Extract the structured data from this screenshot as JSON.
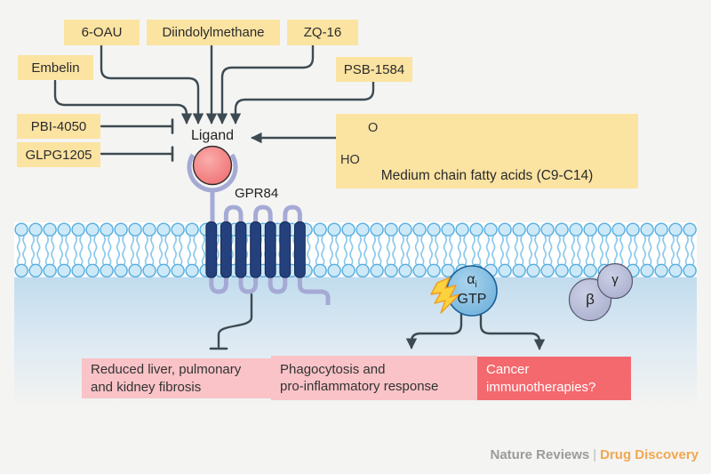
{
  "figure": {
    "ligand_label": "Ligand",
    "receptor_label": "GPR84"
  },
  "drug_boxes": {
    "oau": "6-OAU",
    "dim": "Diindolylmethane",
    "zq16": "ZQ-16",
    "embelin": "Embelin",
    "psb": "PSB-1584",
    "pbi": "PBI-4050",
    "glpg": "GLPG1205"
  },
  "fatty_acid": {
    "ho": "HO",
    "o": "O",
    "caption": "Medium chain fatty acids (C9-C14)"
  },
  "g_protein": {
    "alpha": "α",
    "alpha_sub": "i",
    "gtp": "GTP",
    "beta": "β",
    "gamma": "γ"
  },
  "outcomes": [
    {
      "lines": [
        "Reduced liver, pulmonary",
        "and kidney fibrosis"
      ]
    },
    {
      "lines": [
        "Phagocytosis and",
        "pro-inflammatory response"
      ]
    },
    {
      "lines": [
        "Cancer",
        "immunotherapies?"
      ]
    }
  ],
  "footer": {
    "journal": "Nature Reviews",
    "separator": "|",
    "publication": "Drug Discovery"
  },
  "colors": {
    "box_yellow": "#fbe3a2",
    "outcome_pink": "#f9c3c7",
    "outcome_red": "#f4696e",
    "arrow_slate": "#3d4a52",
    "membrane_head_blue": "#54ade0",
    "helix_navy": "#25417d",
    "loop_purple": "#a5aad5",
    "ligand_red": "#ee6f72",
    "alpha_blue": "#7db8dd",
    "beta_gamma_lavender": "#b9bdda",
    "bolt_yellow": "#fdd23f",
    "chain_highlight": "#eab43a",
    "footer_orange": "#f2a74f"
  }
}
